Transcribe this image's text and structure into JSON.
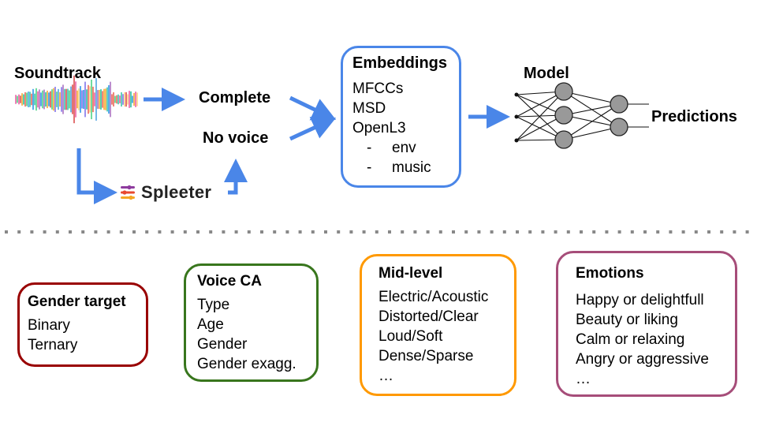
{
  "top": {
    "soundtrack_label": "Soundtrack",
    "complete_label": "Complete",
    "no_voice_label": "No voice",
    "spleeter_label": "Spleeter",
    "model_label": "Model",
    "predictions_label": "Predictions"
  },
  "embeddings": {
    "title": "Embeddings",
    "items": [
      "MFCCs",
      "MSD",
      "OpenL3"
    ],
    "sub_items": [
      "env",
      "music"
    ],
    "dash": "-"
  },
  "gender_target": {
    "title": "Gender target",
    "items": [
      "Binary",
      "Ternary"
    ]
  },
  "voice_ca": {
    "title": "Voice CA",
    "items": [
      "Type",
      "Age",
      "Gender",
      "Gender exagg."
    ]
  },
  "mid_level": {
    "title": "Mid-level",
    "items": [
      "Electric/Acoustic",
      "Distorted/Clear",
      "Loud/Soft",
      "Dense/Sparse",
      "…"
    ]
  },
  "emotions": {
    "title": "Emotions",
    "items": [
      "Happy or delightfull",
      "Beauty or liking",
      "Calm or relaxing",
      "Angry or aggressive",
      "…"
    ]
  },
  "colors": {
    "arrow": "#4a86e8",
    "embeddings_border": "#4a86e8",
    "gender_border": "#990000",
    "voice_border": "#38761d",
    "mid_border": "#ff9900",
    "emotions_border": "#a64d79",
    "node_fill": "#999999",
    "divider": "#888888"
  },
  "icons": [
    "waveform-icon",
    "spleeter-logo-icon",
    "neural-network-icon"
  ]
}
